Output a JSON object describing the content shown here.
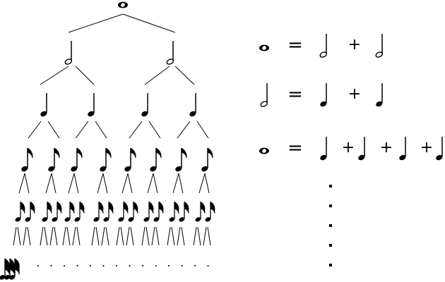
{
  "diagram": {
    "equal_sign": "=",
    "plus_sign": "+",
    "continuation_dot": ".",
    "equations": [
      {
        "lhs": "whole",
        "rhs": [
          "half",
          "half"
        ]
      },
      {
        "lhs": "half",
        "rhs": [
          "quarter",
          "quarter"
        ]
      },
      {
        "lhs": "whole",
        "rhs": [
          "quarter",
          "quarter",
          "quarter",
          "quarter"
        ]
      }
    ],
    "tree": {
      "levels": [
        {
          "note": "whole",
          "count": 1
        },
        {
          "note": "half",
          "count": 2
        },
        {
          "note": "quarter",
          "count": 4
        },
        {
          "note": "eighth",
          "count": 8
        },
        {
          "note": "sixteenth",
          "count": 16
        },
        {
          "note": "thirty-second",
          "count": 32
        }
      ]
    }
  }
}
